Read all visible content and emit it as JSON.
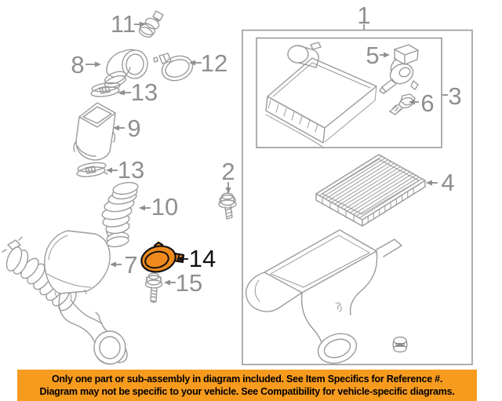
{
  "labels": {
    "1": "1",
    "2": "2",
    "3": "3",
    "4": "4",
    "5": "5",
    "6": "6",
    "7": "7",
    "8": "8",
    "9": "9",
    "10": "10",
    "11": "11",
    "12": "12",
    "13a": "13",
    "13b": "13",
    "14": "14",
    "15": "15"
  },
  "highlighted_reference": "14",
  "banner": {
    "line1": "Only one part or sub-assembly in diagram included. See Item Specifics for Reference #.",
    "line2": "Diagram may not be specific to your vehicle. See Compatibility for vehicle-specific diagrams."
  },
  "colors": {
    "line": "#9a9a9a",
    "label": "#8f8f8f",
    "ink": "#111111",
    "accent": "#f08a1d",
    "banner-bg": "#f79b1e",
    "banner-text": "#000000"
  }
}
